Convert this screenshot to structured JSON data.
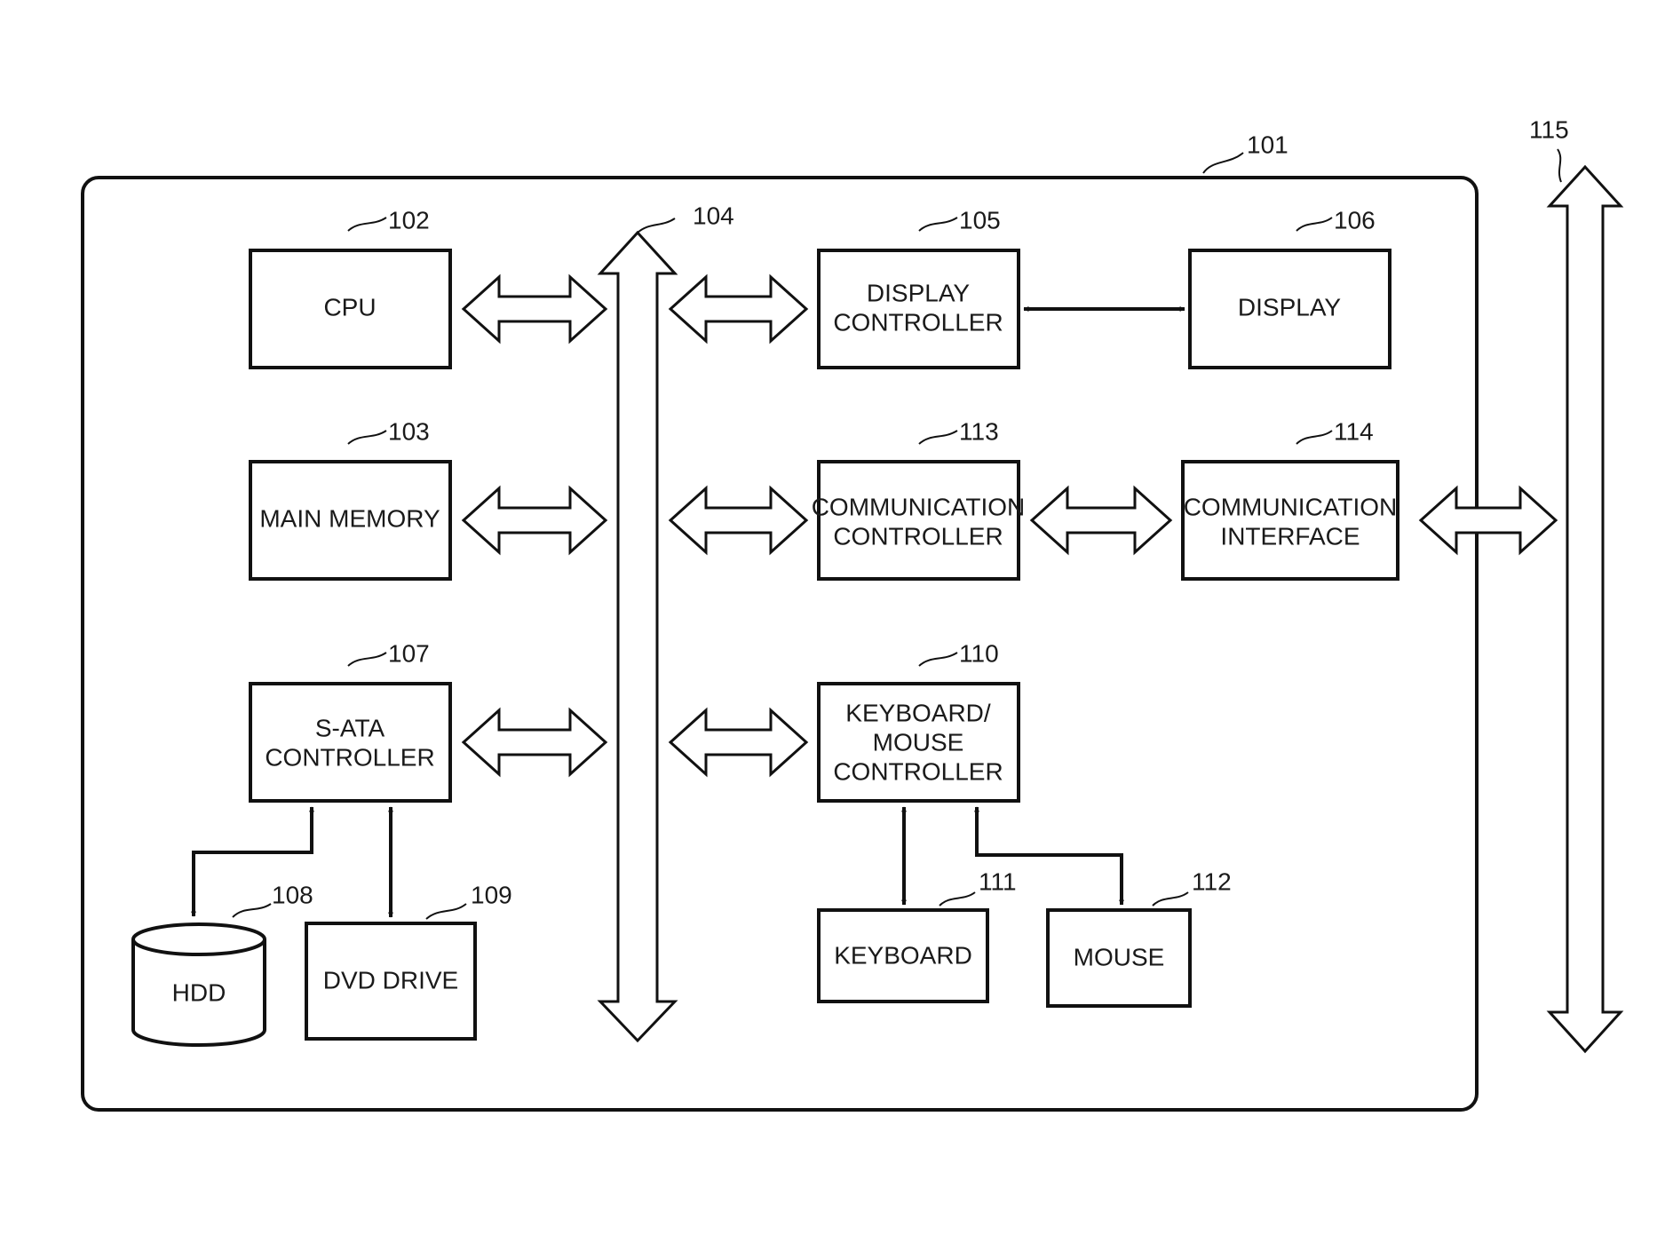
{
  "figure": {
    "refs": {
      "system": "101",
      "cpu": "102",
      "main_memory": "103",
      "bus": "104",
      "display_controller": "105",
      "display": "106",
      "sata_controller": "107",
      "hdd": "108",
      "dvd_drive": "109",
      "kb_mouse_controller": "110",
      "keyboard": "111",
      "mouse": "112",
      "comm_controller": "113",
      "comm_interface": "114",
      "network": "115"
    },
    "blocks": {
      "cpu": [
        "CPU"
      ],
      "main_memory": [
        "MAIN MEMORY"
      ],
      "sata_controller": [
        "S-ATA",
        "CONTROLLER"
      ],
      "hdd": [
        "HDD"
      ],
      "dvd_drive": [
        "DVD DRIVE"
      ],
      "display_controller": [
        "DISPLAY",
        "CONTROLLER"
      ],
      "display": [
        "DISPLAY"
      ],
      "comm_controller": [
        "COMMUNICATION",
        "CONTROLLER"
      ],
      "comm_interface": [
        "COMMUNICATION",
        "INTERFACE"
      ],
      "kb_mouse_controller": [
        "KEYBOARD/",
        "MOUSE",
        "CONTROLLER"
      ],
      "keyboard": [
        "KEYBOARD"
      ],
      "mouse": [
        "MOUSE"
      ]
    }
  }
}
